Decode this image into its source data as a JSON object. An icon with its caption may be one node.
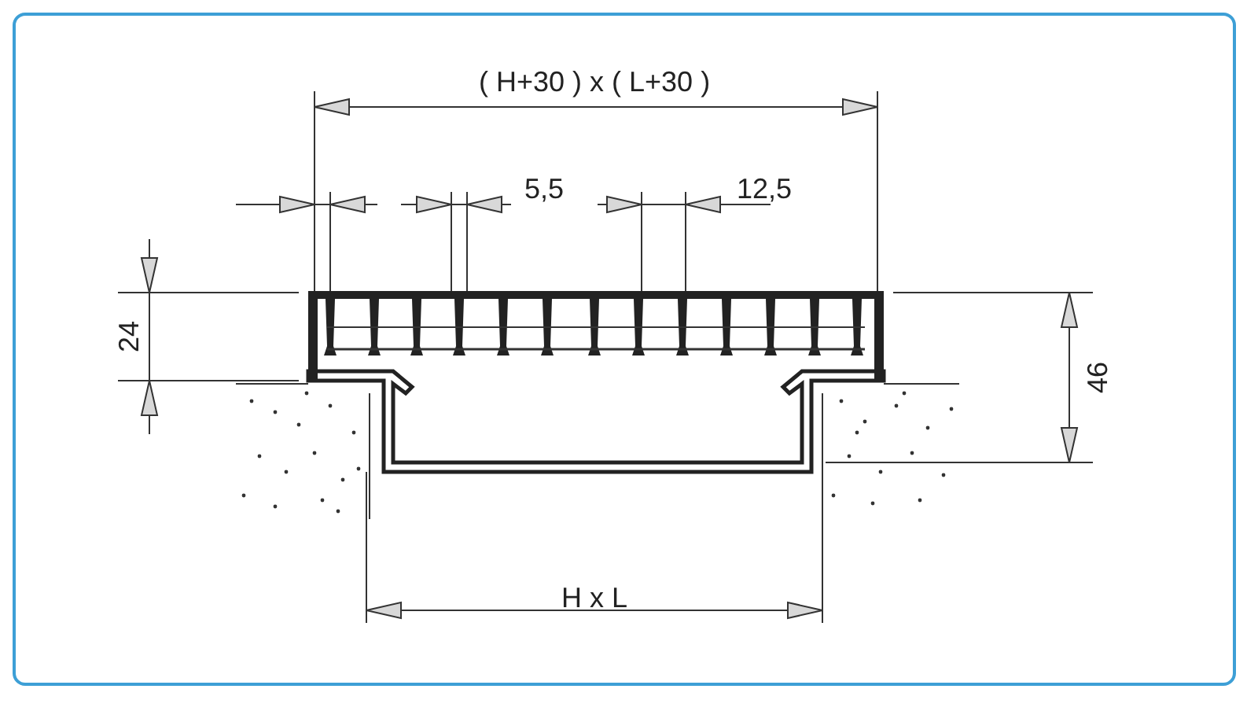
{
  "diagram": {
    "labels": [
      "( H+30 ) x ( L+30 )",
      "5,5",
      "12,5",
      "24",
      "46",
      "H x L"
    ]
  }
}
